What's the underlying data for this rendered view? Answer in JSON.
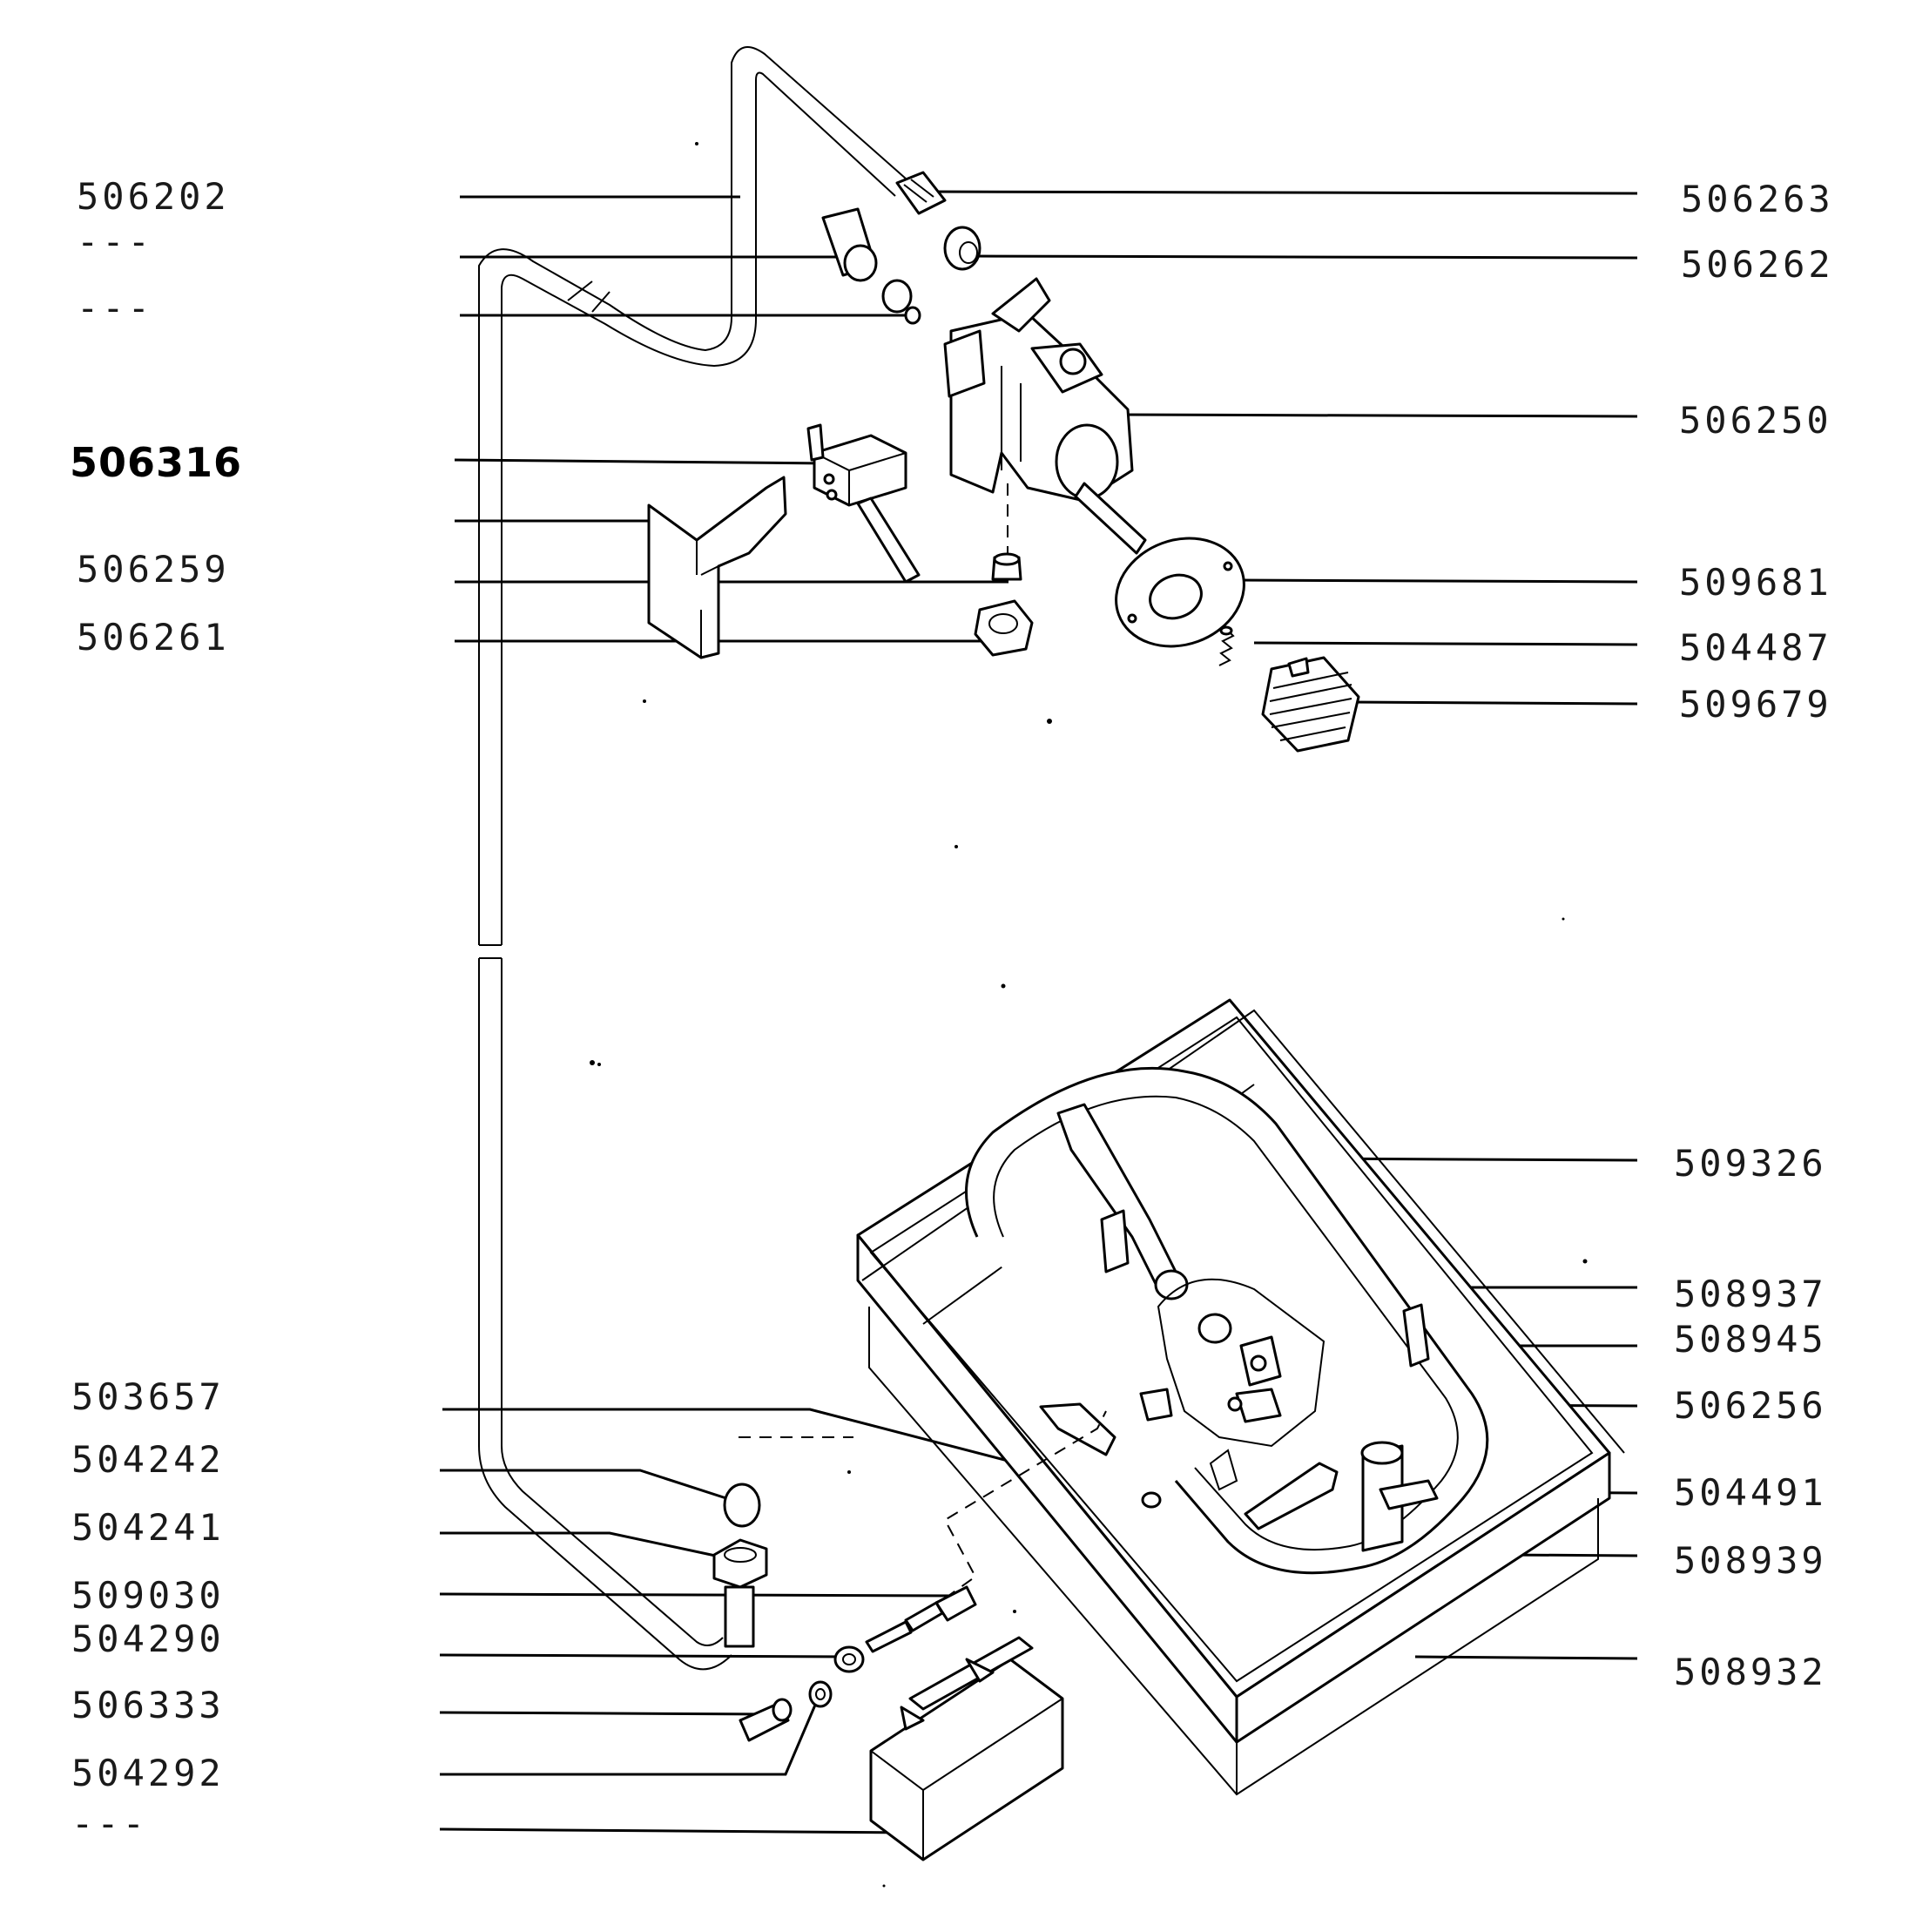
{
  "labels_left": [
    {
      "id": "lbl-506202",
      "text": "506202"
    },
    {
      "id": "lbl-dash-1",
      "text": "---"
    },
    {
      "id": "lbl-dash-2",
      "text": "---"
    },
    {
      "id": "lbl-506316",
      "text": "506316"
    },
    {
      "id": "lbl-506259",
      "text": "506259"
    },
    {
      "id": "lbl-506261",
      "text": "506261"
    },
    {
      "id": "lbl-503657",
      "text": "503657"
    },
    {
      "id": "lbl-504242",
      "text": "504242"
    },
    {
      "id": "lbl-504241",
      "text": "504241"
    },
    {
      "id": "lbl-509030",
      "text": "509030"
    },
    {
      "id": "lbl-504290",
      "text": "504290"
    },
    {
      "id": "lbl-506333",
      "text": "506333"
    },
    {
      "id": "lbl-504292",
      "text": "504292"
    },
    {
      "id": "lbl-dash-3",
      "text": "---"
    }
  ],
  "labels_right": [
    {
      "id": "lbl-506263",
      "text": "506263"
    },
    {
      "id": "lbl-506262",
      "text": "506262"
    },
    {
      "id": "lbl-506250",
      "text": "506250"
    },
    {
      "id": "lbl-509681",
      "text": "509681"
    },
    {
      "id": "lbl-504487",
      "text": "504487"
    },
    {
      "id": "lbl-509679",
      "text": "509679"
    },
    {
      "id": "lbl-509326",
      "text": "509326"
    },
    {
      "id": "lbl-508937",
      "text": "508937"
    },
    {
      "id": "lbl-508945",
      "text": "508945"
    },
    {
      "id": "lbl-506256",
      "text": "506256"
    },
    {
      "id": "lbl-504491",
      "text": "504491"
    },
    {
      "id": "lbl-508939",
      "text": "508939"
    },
    {
      "id": "lbl-508932",
      "text": "508932"
    }
  ]
}
